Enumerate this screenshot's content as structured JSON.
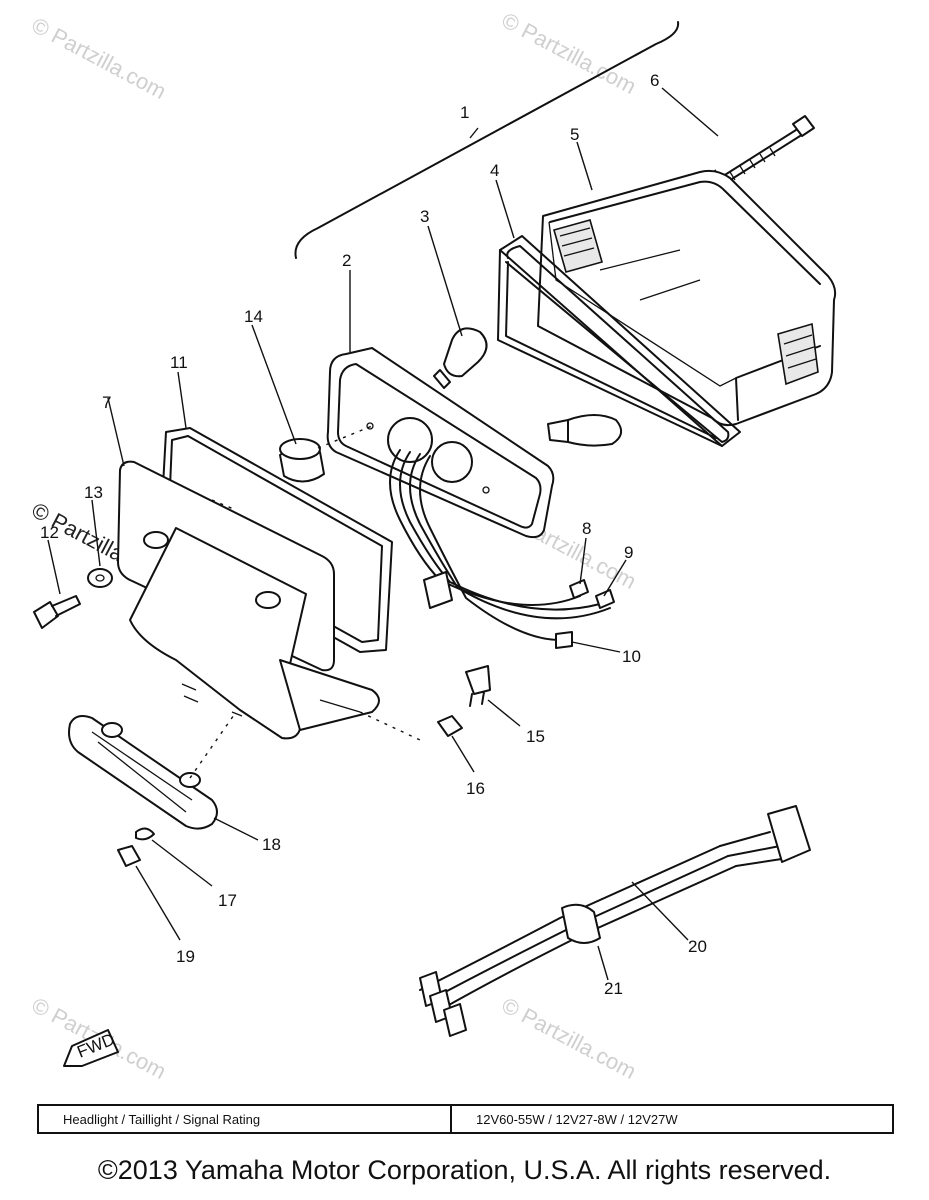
{
  "watermark": {
    "text": "© Partzilla.com"
  },
  "callouts": [
    "1",
    "2",
    "3",
    "4",
    "5",
    "6",
    "7",
    "8",
    "9",
    "10",
    "11",
    "12",
    "13",
    "14",
    "15",
    "16",
    "17",
    "18",
    "19",
    "20",
    "21"
  ],
  "fwd_label": "FWD",
  "rating_table": {
    "label": "Headlight / Taillight / Signal Rating",
    "value": "12V60-55W / 12V27-8W / 12V27W"
  },
  "copyright": "©2013 Yamaha Motor Corporation, U.S.A. All rights reserved."
}
